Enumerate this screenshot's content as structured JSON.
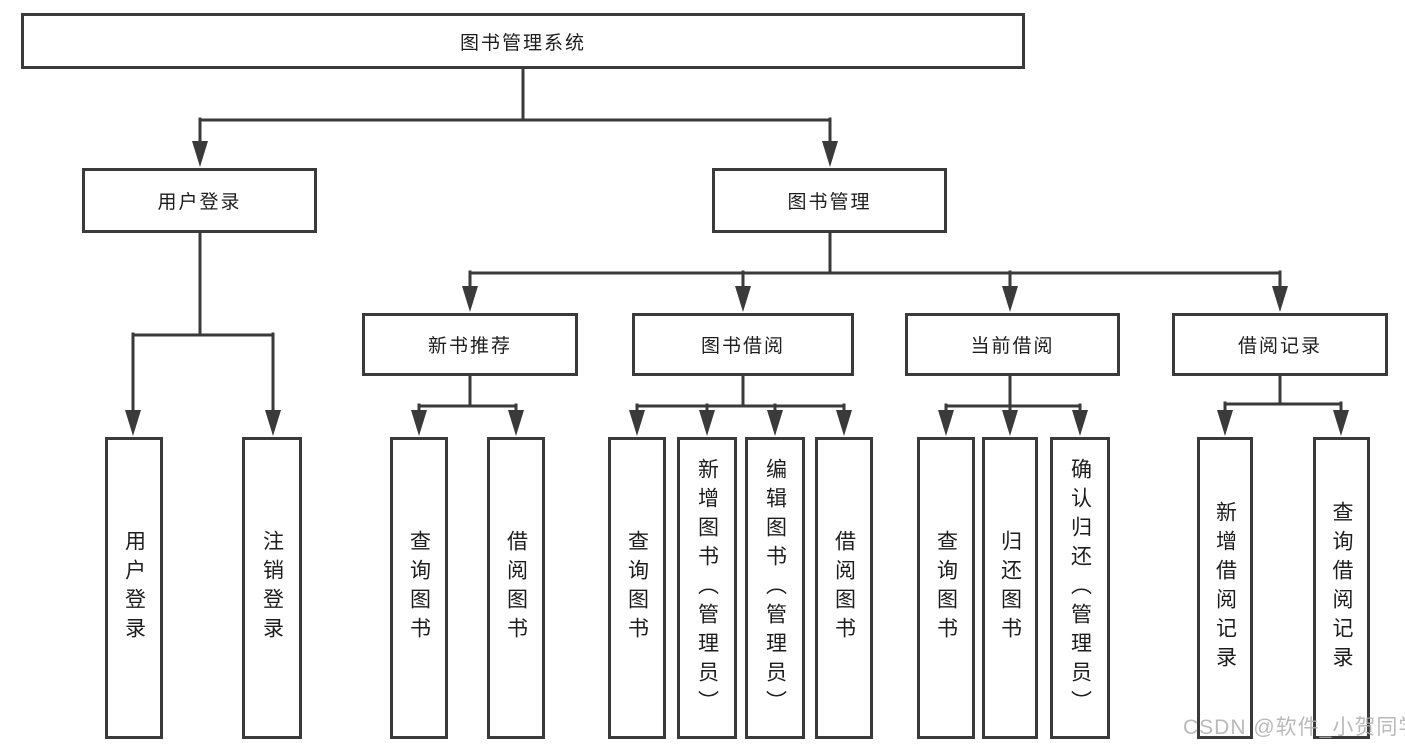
{
  "diagram": {
    "root": {
      "label": "图书管理系统"
    },
    "level2": {
      "user_login": {
        "label": "用户登录"
      },
      "book_management": {
        "label": "图书管理"
      }
    },
    "level3": {
      "new_book_recommend": {
        "label": "新书推荐"
      },
      "book_borrowing": {
        "label": "图书借阅"
      },
      "current_borrowing": {
        "label": "当前借阅"
      },
      "borrowing_records": {
        "label": "借阅记录"
      }
    },
    "leaves": {
      "user_login": [
        "用户登录",
        "注销登录"
      ],
      "new_book_recommend": [
        "查询图书",
        "借阅图书"
      ],
      "book_borrowing": [
        "查询图书",
        "新增图书（管理员）",
        "编辑图书（管理员）",
        "借阅图书"
      ],
      "current_borrowing": [
        "查询图书",
        "归还图书",
        "确认归还（管理员）"
      ],
      "borrowing_records": [
        "新增借阅记录",
        "查询借阅记录"
      ]
    }
  },
  "watermark": {
    "text": "CSDN @软件_小贺同学",
    "color": "#aeaeae"
  },
  "colors": {
    "line": "#3a3a3a",
    "box_border": "#3a3a3a",
    "text": "#1d1d1d",
    "background": "#ffffff"
  }
}
